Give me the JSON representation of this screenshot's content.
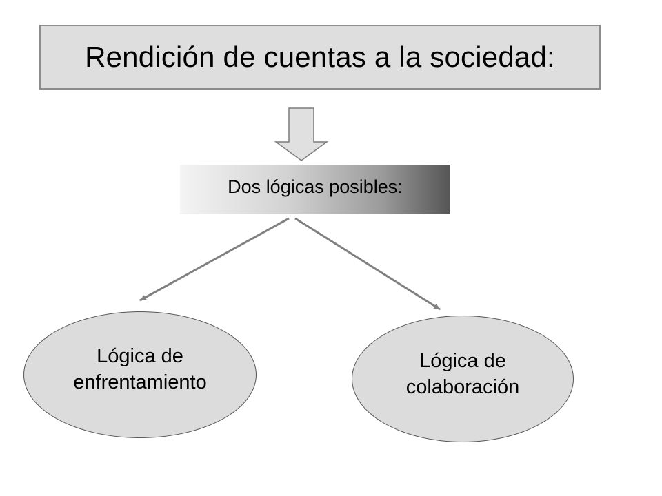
{
  "title": "Rendición de cuentas a la sociedad:",
  "subtitle": "Dos lógicas posibles:",
  "left_node": {
    "line1": "Lógica de",
    "line2": "enfrentamiento"
  },
  "right_node": {
    "line1": "Lógica de",
    "line2": "colaboración"
  },
  "colors": {
    "box_fill": "#dedede",
    "ellipse_fill": "#dcdcdc",
    "arrow_fill": "#e0e0e0",
    "connector": "#808080"
  }
}
